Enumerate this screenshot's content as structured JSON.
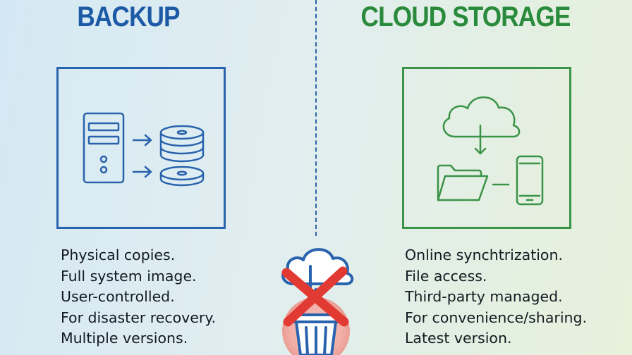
{
  "backup": {
    "title": "BACKUP",
    "points": [
      "Physical copies.",
      "Full system image.",
      "User-controlled.",
      "For disaster recovery.",
      "Multiple versions."
    ]
  },
  "cloud": {
    "title": "CLOUD STORAGE",
    "points": [
      "Online synchtrization.",
      "File access.",
      "Third-party managed.",
      "For convenience/sharing.",
      "Latest version."
    ]
  },
  "colors": {
    "backup_accent": "#2a63ad",
    "cloud_accent": "#3a9346",
    "cross": "#e03a32"
  },
  "icons": {
    "backup_panel": [
      "server-tower-icon",
      "arrow-right-icon",
      "disk-stack-icon",
      "disk-icon"
    ],
    "cloud_panel": [
      "cloud-download-icon",
      "folder-icon",
      "smartphone-icon"
    ],
    "center": [
      "cloud-icon",
      "cross-icon",
      "trash-can-icon"
    ]
  }
}
